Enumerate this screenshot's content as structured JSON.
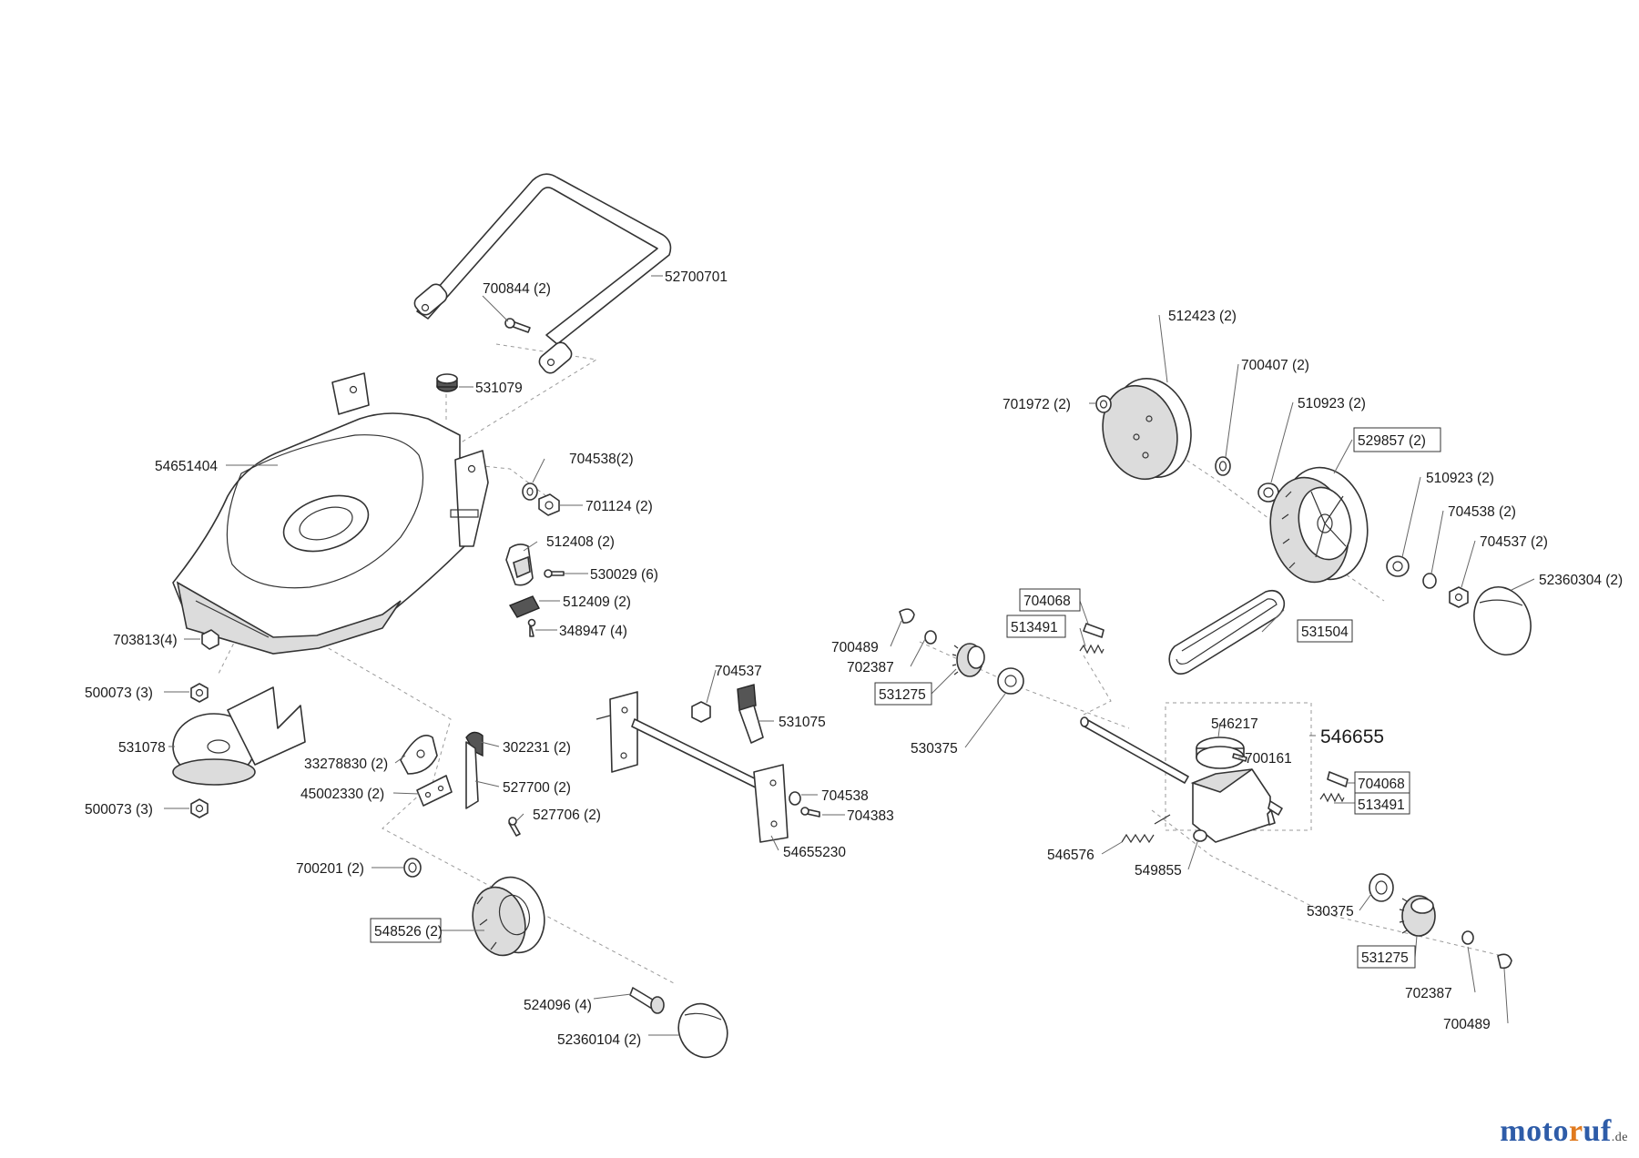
{
  "labels": [
    {
      "id": "l01",
      "text": "52700701",
      "boxed": false
    },
    {
      "id": "l02",
      "text": "700844 (2)",
      "boxed": false
    },
    {
      "id": "l03",
      "text": "531079",
      "boxed": false
    },
    {
      "id": "l04",
      "text": "54651404",
      "boxed": false
    },
    {
      "id": "l05",
      "text": "704538(2)",
      "boxed": false
    },
    {
      "id": "l06",
      "text": "701124 (2)",
      "boxed": false
    },
    {
      "id": "l07",
      "text": "512408 (2)",
      "boxed": false
    },
    {
      "id": "l08",
      "text": "530029 (6)",
      "boxed": false
    },
    {
      "id": "l09",
      "text": "512409 (2)",
      "boxed": false
    },
    {
      "id": "l10",
      "text": "348947 (4)",
      "boxed": false
    },
    {
      "id": "l11",
      "text": "703813(4)",
      "boxed": false
    },
    {
      "id": "l12",
      "text": "500073 (3)",
      "boxed": false
    },
    {
      "id": "l13",
      "text": "531078",
      "boxed": false
    },
    {
      "id": "l14",
      "text": "500073 (3)",
      "boxed": false
    },
    {
      "id": "l15",
      "text": "33278830 (2)",
      "boxed": false
    },
    {
      "id": "l16",
      "text": "302231 (2)",
      "boxed": false
    },
    {
      "id": "l17",
      "text": "45002330 (2)",
      "boxed": false
    },
    {
      "id": "l18",
      "text": "527700 (2)",
      "boxed": false
    },
    {
      "id": "l19",
      "text": "527706 (2)",
      "boxed": false
    },
    {
      "id": "l20",
      "text": "700201 (2)",
      "boxed": false
    },
    {
      "id": "l21",
      "text": "548526 (2)",
      "boxed": true
    },
    {
      "id": "l22",
      "text": "524096 (4)",
      "boxed": false
    },
    {
      "id": "l23",
      "text": "52360104 (2)",
      "boxed": false
    },
    {
      "id": "l24",
      "text": "704537",
      "boxed": false
    },
    {
      "id": "l25",
      "text": "531075",
      "boxed": false
    },
    {
      "id": "l26",
      "text": "704538",
      "boxed": false
    },
    {
      "id": "l27",
      "text": "704383",
      "boxed": false
    },
    {
      "id": "l28",
      "text": "54655230",
      "boxed": false
    },
    {
      "id": "l29",
      "text": "512423 (2)",
      "boxed": false
    },
    {
      "id": "l30",
      "text": "700407 (2)",
      "boxed": false
    },
    {
      "id": "l31",
      "text": "701972 (2)",
      "boxed": false
    },
    {
      "id": "l32",
      "text": "510923 (2)",
      "boxed": false
    },
    {
      "id": "l33",
      "text": "529857 (2)",
      "boxed": true
    },
    {
      "id": "l34",
      "text": "510923 (2)",
      "boxed": false
    },
    {
      "id": "l35",
      "text": "704538 (2)",
      "boxed": false
    },
    {
      "id": "l36",
      "text": "704537 (2)",
      "boxed": false
    },
    {
      "id": "l37",
      "text": "52360304 (2)",
      "boxed": false
    },
    {
      "id": "l38",
      "text": "704068",
      "boxed": true
    },
    {
      "id": "l39",
      "text": "513491",
      "boxed": true
    },
    {
      "id": "l40",
      "text": "531504",
      "boxed": true
    },
    {
      "id": "l41",
      "text": "700489",
      "boxed": false
    },
    {
      "id": "l42",
      "text": "702387",
      "boxed": false
    },
    {
      "id": "l43",
      "text": "531275",
      "boxed": true
    },
    {
      "id": "l44",
      "text": "530375",
      "boxed": false
    },
    {
      "id": "l45",
      "text": "546217",
      "boxed": false
    },
    {
      "id": "l46",
      "text": "546655",
      "boxed": false
    },
    {
      "id": "l47",
      "text": "700161",
      "boxed": false
    },
    {
      "id": "l48",
      "text": "704068",
      "boxed": true
    },
    {
      "id": "l49",
      "text": "513491",
      "boxed": true
    },
    {
      "id": "l50",
      "text": "546576",
      "boxed": false
    },
    {
      "id": "l51",
      "text": "549855",
      "boxed": false
    },
    {
      "id": "l52",
      "text": "530375",
      "boxed": false
    },
    {
      "id": "l53",
      "text": "531275",
      "boxed": true
    },
    {
      "id": "l54",
      "text": "702387",
      "boxed": false
    },
    {
      "id": "l55",
      "text": "700489",
      "boxed": false
    }
  ],
  "brand": {
    "part_a": "moto",
    "part_b": "r",
    "part_c": "uf",
    "tld": ".de"
  }
}
